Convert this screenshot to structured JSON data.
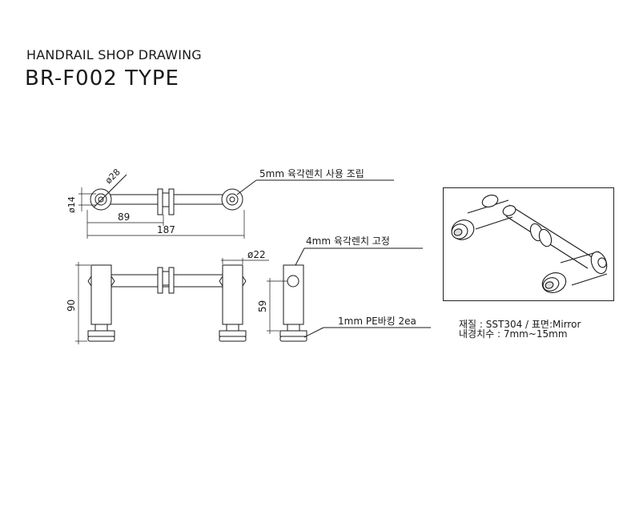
{
  "header": {
    "subtitle": "HANDRAIL SHOP DRAWING",
    "title": "BR-F002 TYPE"
  },
  "dimensions": {
    "phi28": "ø28",
    "phi14": "ø14",
    "len89": "89",
    "len187": "187",
    "phi22": "ø22",
    "h90": "90",
    "h59": "59"
  },
  "notes": {
    "hex5": "5mm 육각렌치 사용 조립",
    "hex4": "4mm 육각렌치 고정",
    "pe": "1mm PE바킹 2ea"
  },
  "spec": {
    "material": "재질 : SST304  / 표면:Mirror",
    "size": "내경치수 : 7mm~15mm"
  }
}
